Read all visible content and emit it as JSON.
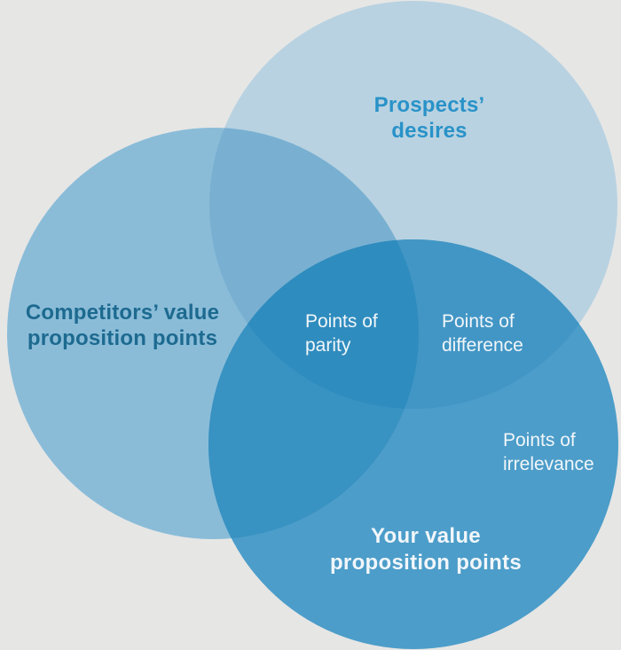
{
  "canvas": {
    "background": "#e6e6e5"
  },
  "diagram": {
    "type": "venn-3-circle",
    "sets": {
      "prospects": {
        "label": "Prospects’\ndesires",
        "color": "#b8d2e1",
        "label_color": "#2992c8"
      },
      "competitors": {
        "label": "Competitors’ value\nproposition points",
        "color": "#8abcd8",
        "label_color": "#1d6a90"
      },
      "yours": {
        "label": "Your value\nproposition points",
        "color": "#4c9dc9",
        "label_color": "#f1f6fa"
      }
    },
    "overlaps": {
      "prospects_competitors": {
        "color": "#79b0d1"
      },
      "prospects_yours": {
        "label": "Points of\ndifference",
        "color": "#4296c5",
        "label_color": "#f1f6fa"
      },
      "competitors_yours": {
        "color": "#3892c2"
      },
      "center": {
        "label": "Points of\nparity",
        "color": "#2f8cbe",
        "label_color": "#f1f6fa"
      }
    },
    "notes": {
      "irrelevance": {
        "label": "Points of\nirrelevance",
        "label_color": "#f1f6fa"
      }
    }
  }
}
